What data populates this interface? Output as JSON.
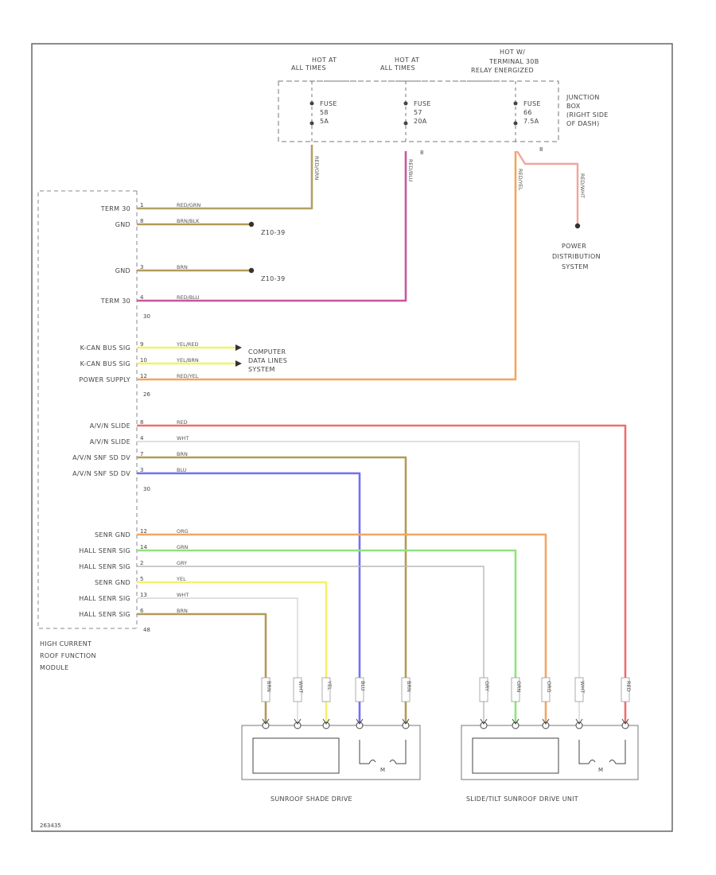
{
  "fusebox": {
    "feeds": [
      {
        "line1": "HOT AT",
        "line2": "ALL TIMES",
        "line3": ""
      },
      {
        "line1": "HOT AT",
        "line2": "ALL TIMES",
        "line3": ""
      },
      {
        "line1": "HOT W/",
        "line2": "TERMINAL 30B",
        "line3": "RELAY ENERGIZED"
      }
    ],
    "fuses": [
      {
        "name": "FUSE",
        "num": "58",
        "amp": "5A"
      },
      {
        "name": "FUSE",
        "num": "57",
        "amp": "20A"
      },
      {
        "name": "FUSE",
        "num": "66",
        "amp": "7.5A"
      }
    ],
    "title_lines": [
      "JUNCTION",
      "BOX",
      "(RIGHT SIDE",
      "OF DASH)"
    ],
    "conn_nums": [
      "8",
      "8"
    ]
  },
  "module": {
    "name_lines": [
      "HIGH CURRENT",
      "ROOF FUNCTION",
      "MODULE"
    ],
    "pins": [
      {
        "label": "TERM 30",
        "pin": "1",
        "wire": "RED/GRN"
      },
      {
        "label": "GND",
        "pin": "8",
        "wire": "BRN/BLK"
      },
      {
        "label": "GND",
        "pin": "3",
        "wire": "BRN"
      },
      {
        "label": "TERM 30",
        "pin": "4",
        "wire": "RED/BLU"
      },
      {
        "label": "K-CAN BUS SIG",
        "pin": "9",
        "wire": "YEL/RED"
      },
      {
        "label": "K-CAN BUS SIG",
        "pin": "10",
        "wire": "YEL/BRN"
      },
      {
        "label": "POWER SUPPLY",
        "pin": "12",
        "wire": "RED/YEL"
      },
      {
        "label": "A/V/N SLIDE",
        "pin": "8",
        "wire": "RED"
      },
      {
        "label": "A/V/N SLIDE",
        "pin": "4",
        "wire": "WHT"
      },
      {
        "label": "A/V/N SNF SD DV",
        "pin": "7",
        "wire": "BRN"
      },
      {
        "label": "A/V/N SNF SD DV",
        "pin": "3",
        "wire": "BLU"
      },
      {
        "label": "SENR GND",
        "pin": "12",
        "wire": "ORG"
      },
      {
        "label": "HALL SENR SIG",
        "pin": "14",
        "wire": "GRN"
      },
      {
        "label": "HALL SENR SIG",
        "pin": "2",
        "wire": "GRY"
      },
      {
        "label": "SENR GND",
        "pin": "5",
        "wire": "YEL"
      },
      {
        "label": "HALL SENR SIG",
        "pin": "13",
        "wire": "WHT"
      },
      {
        "label": "HALL SENR SIG",
        "pin": "6",
        "wire": "BRN"
      }
    ],
    "conn_labels": [
      "30",
      "26",
      "30",
      "48"
    ]
  },
  "refs": {
    "ground1": "Z10-39",
    "ground2": "Z10-39",
    "computer_lines": [
      "COMPUTER",
      "DATA LINES",
      "SYSTEM"
    ],
    "power_dist_lines": [
      "POWER",
      "DISTRIBUTION",
      "SYSTEM"
    ]
  },
  "verticals": {
    "fuse1": "RED/GRN",
    "fuse2": "RED/BLU",
    "fuse3": "RED/YEL",
    "pds": "RED/WHT"
  },
  "drives": {
    "shade": {
      "name": "SUNROOF SHADE DRIVE",
      "wires": [
        "BRN",
        "WHT",
        "YEL",
        "BLU",
        "BRN"
      ],
      "motor": "M"
    },
    "slide": {
      "name": "SLIDE/TILT SUNROOF DRIVE UNIT",
      "wires": [
        "GRY",
        "GRN",
        "ORG",
        "WHT",
        "RED"
      ],
      "motor": "M"
    }
  },
  "footer": {
    "code": "263435"
  },
  "colors": {
    "red": "#ef6f6f",
    "redgrn": "#b3a064",
    "redblu": "#c7569f",
    "redyel": "#f5a45a",
    "brn": "#b59a56",
    "blu": "#7070f2",
    "org": "#f3a563",
    "grn": "#8fe27d",
    "yel": "#f2f26a",
    "gry": "#b8b8b8",
    "wht": "#d6d6d6",
    "redwht": "#f5a49a"
  }
}
